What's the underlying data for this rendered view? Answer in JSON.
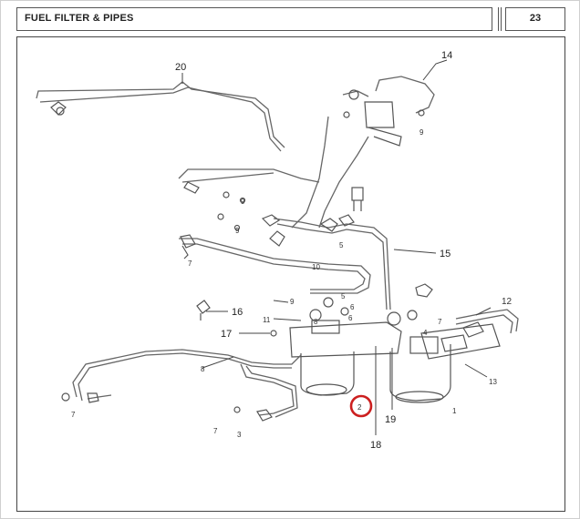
{
  "header": {
    "title": "FUEL FILTER & PIPES",
    "page_number": "23"
  },
  "callouts": {
    "c20": "20",
    "c14": "14",
    "c15": "15",
    "c16": "16",
    "c17": "17",
    "c18": "18",
    "c19": "19",
    "c12": "12",
    "c13": "13",
    "c8": "8",
    "c7a": "7",
    "c7b": "7",
    "c7c": "7",
    "c7d": "7",
    "c3": "3",
    "c2": "2",
    "c1": "1",
    "c4": "4",
    "c5": "5",
    "c6": "6",
    "c9a": "9",
    "c9b": "9",
    "c9c": "9",
    "c10": "10",
    "c11": "11",
    "c5b": "5",
    "c6b": "6",
    "c8b": "8",
    "c9d": "9"
  },
  "highlight_color": "#cc1f1f"
}
